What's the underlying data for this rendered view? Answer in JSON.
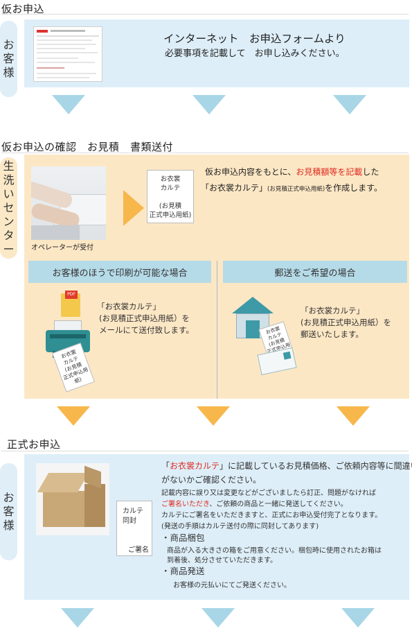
{
  "section1": {
    "heading": "仮お申込",
    "tab_chars": [
      "お",
      "客",
      "様"
    ],
    "line1": "インターネット　お申込フォームより",
    "line2": "必要事項を記載して　お申し込みください。"
  },
  "section2": {
    "heading": "仮お申込の確認　お見積　書類送付",
    "tab_chars": [
      "生",
      "洗",
      "い",
      "セ",
      "ン",
      "タ",
      "ー"
    ],
    "operator_caption": "オペレーターが受付",
    "doc_lines": [
      "お衣裳",
      "カルテ",
      "",
      "(お見積",
      "正式申込用紙)"
    ],
    "desc_pre": "仮お申込内容をもとに、",
    "desc_red": "お見積額等を記載",
    "desc_post": "した",
    "desc2_a": "「お衣裳カルテ」",
    "desc2_small": "(お見積正式申込用紙)",
    "desc2_b": "を作成します。",
    "left_header": "お客様のほうで印刷が可能な場合",
    "left_lines": [
      "「お衣裳カルテ」",
      "(お見積正式申込用紙）を",
      "メールにて送付致します。"
    ],
    "right_header": "郵送をご希望の場合",
    "right_lines": [
      "「お衣裳カルテ」",
      "(お見積正式申込用紙）を",
      "郵送いたします。"
    ],
    "printer_doc": [
      "お衣裳",
      "カルテ",
      "(お見積",
      "正式申込用紙)"
    ],
    "mail_doc": [
      "お衣裳",
      "カルテ",
      "(お見積",
      "正式申込用紙)"
    ]
  },
  "section3": {
    "heading": "正式お申込",
    "tab_chars": [
      "お",
      "客",
      "様"
    ],
    "card_lines": [
      "カルテ",
      "同封"
    ],
    "card_sign": "ご署名",
    "line1_q1": "「",
    "line1_red": "お衣裳カルテ",
    "line1_rest": "」に記載しているお見積価格、ご依頼内容等に間違い",
    "line2": "がないかご確認ください。",
    "line3": "記載内容に誤り又は変更などがございましたら訂正、問題がなければ",
    "line4_red": "ご署名いただき",
    "line4_rest": "、ご依頼の商品と一緒に発送してください。",
    "line5_red": "カルテにご署名をいただきますと、正式にお申込受付完了となります。",
    "line6": "(発送の手順はカルテ送付の際に同封してあります)",
    "bullet1": "・商品梱包",
    "bullet1_red1": "商品が入る大きさの箱をご用意ください。梱包時に使用されたお箱は",
    "bullet1_red2": "到着後、処分させていただきます。",
    "bullet2": "・商品発送",
    "bullet2_text": "お客様の元払いにてご発送ください。"
  },
  "colors": {
    "blue_panel": "#ddeef8",
    "orange_panel": "#fce7c5",
    "blue_arrow": "#a8d6e6",
    "orange_arrow": "#f7b74b",
    "red_text": "#e02b20"
  }
}
